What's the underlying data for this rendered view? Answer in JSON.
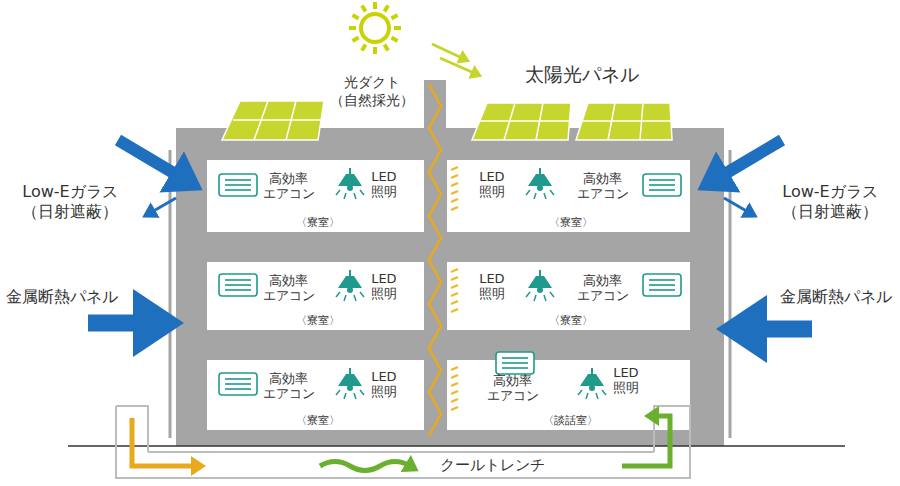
{
  "diagram": {
    "nodes": [
      {
        "text": [
          "高効率 エアコン",
          "LED 照明",
          "〈寮室〉"
        ]
      },
      {
        "text": [
          "高効率 エアコン",
          "LED 照明",
          "〈寮室〉"
        ]
      },
      {
        "text": [
          "高効率 エアコン",
          "LED 照明",
          "〈寮室〉"
        ]
      },
      {
        "text": [
          "高効率 エアコン",
          "LED 照明",
          "〈寮室〉"
        ]
      },
      {
        "text": [
          "高効率 エアコン",
          "LED 照明",
          "〈寮室〉"
        ]
      },
      {
        "text": [
          "高効率 エアコン",
          "LED 照明",
          "〈談話室〉"
        ]
      }
    ],
    "labels": [
      "光ダクト （自然採光）",
      "太陽光パネル",
      "Low-Eガラス （日射遮蔽）",
      "Low-Eガラス （日射遮蔽）",
      "金属断熱パネル",
      "金属断熱パネル",
      "クールトレンチ"
    ]
  }
}
